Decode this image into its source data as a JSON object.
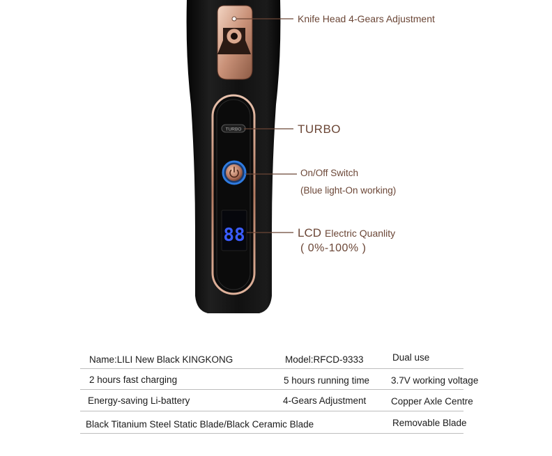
{
  "callouts": {
    "knife_head": "Knife Head 4-Gears Adjustment",
    "turbo": "TURBO",
    "on_off": "On/Off Switch",
    "on_off_note": "(Blue light-On working)",
    "lcd": "LCD",
    "lcd_desc": "Electric Quanlity",
    "lcd_range": "( 0%-100% )"
  },
  "device": {
    "turbo_button_label": "TURBO",
    "display_value": "88"
  },
  "specs": {
    "row1": {
      "col1": "Name:LILI New Black KINGKONG",
      "col2": "Model:RFCD-9333",
      "col3": "Dual use"
    },
    "row2": {
      "col1": "2 hours fast charging",
      "col2": "5 hours running time",
      "col3": "3.7V working voltage"
    },
    "row3": {
      "col1": "Energy-saving Li-battery",
      "col2": "4-Gears Adjustment",
      "col3": "Copper Axle Centre"
    },
    "row4": {
      "col1": "Black Titanium Steel Static Blade/Black Ceramic Blade",
      "col3": "Removable Blade"
    }
  },
  "colors": {
    "body": "#121212",
    "rose_gold": "#d4a28a",
    "callout_text": "#6b4636",
    "power_blue": "#2f7be0",
    "lcd_blue": "#3a5cff"
  }
}
